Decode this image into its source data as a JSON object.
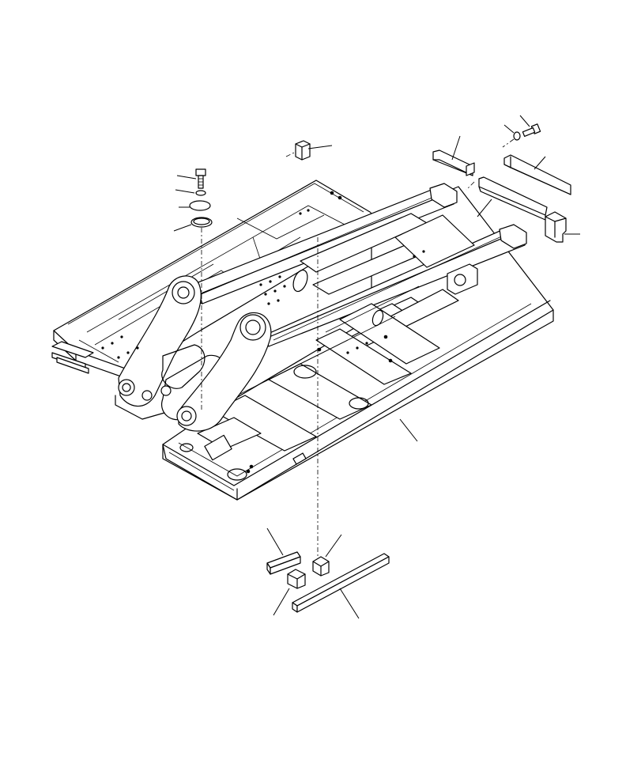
{
  "diagram": {
    "type": "exploded-parts-view",
    "subject": "excavator-main-frame",
    "colors": {
      "line": "#000000",
      "background": "#ffffff"
    },
    "parts": [
      "main-frame",
      "spacer-block-top",
      "bolt-left",
      "washer-small-left",
      "washer-large-left",
      "shim-ring-left",
      "bolt-right",
      "washer-right",
      "cover-plate-left",
      "cover-plate-center",
      "cover-plate-right",
      "bracket-right",
      "pad-strip",
      "block-upper",
      "block-lower",
      "rod-long"
    ]
  }
}
